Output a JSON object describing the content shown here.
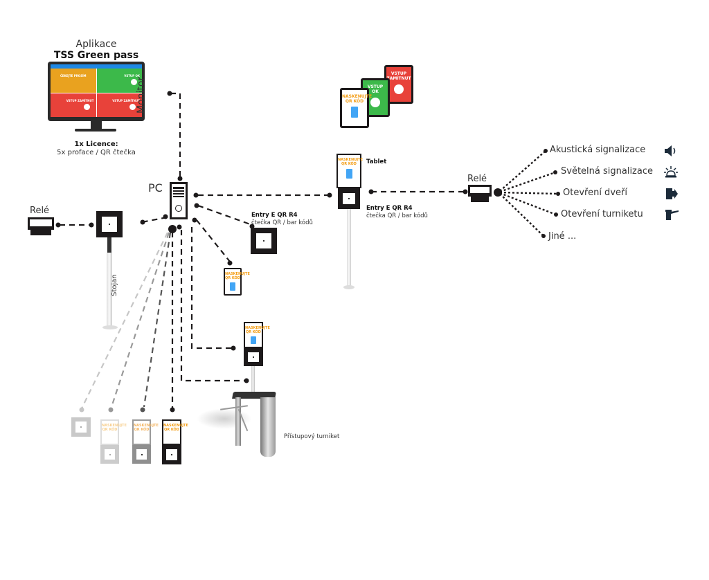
{
  "app": {
    "title_line1": "Aplikace",
    "title_line2": "TSS Green pass",
    "licence_line1": "1x Licence:",
    "licence_line2": "5x proface / QR čtečka",
    "monitor_label": "Monitor",
    "screen_panels": [
      {
        "status": "ČEKEJTE PROSÍM",
        "color": "#e9a21f"
      },
      {
        "status": "VSTUP OK",
        "color": "#3cb94a"
      },
      {
        "status": "VSTUP ZAMÍTNUT",
        "color": "#e8423a"
      },
      {
        "status": "VSTUP ZAMÍTNUT",
        "color": "#e8423a"
      }
    ]
  },
  "pc": {
    "label": "PC"
  },
  "left_branch": {
    "rele_label": "Relé",
    "stand_label": "Stojan"
  },
  "entry_reader": {
    "name": "Entry E QR R4",
    "desc": "čtečka QR / bar kódů"
  },
  "tablet_station": {
    "tablet_label": "Tablet",
    "name": "Entry E QR R4",
    "desc": "čtečka QR / bar kódů",
    "screen_text_1": "NASKENUJTE",
    "screen_text_2": "QR KÓD"
  },
  "status_tablets": [
    {
      "line1": "NASKENUJTE",
      "line2": "QR KÓD",
      "color": "#ffffff",
      "text_color": "#f39c12"
    },
    {
      "line1": "VSTUP",
      "line2": "OK",
      "color": "#3cb94a",
      "text_color": "#ffffff"
    },
    {
      "line1": "VSTUP",
      "line2": "ZAMÍTNUT",
      "color": "#e8423a",
      "text_color": "#ffffff"
    }
  ],
  "right_rele": {
    "label": "Relé",
    "outputs": [
      {
        "label": "Akustická signalizace",
        "icon": "speaker-icon"
      },
      {
        "label": "Světelná signalizace",
        "icon": "beacon-light-icon"
      },
      {
        "label": "Otevření dveří",
        "icon": "door-exit-icon"
      },
      {
        "label": "Otevření turniketu",
        "icon": "turnstile-barrier-icon"
      },
      {
        "label": "Jiné ...",
        "icon": ""
      }
    ]
  },
  "turnstile": {
    "label": "Přístupový turniket",
    "screen_text_1": "NASKENUJTE",
    "screen_text_2": "QR KÓD"
  },
  "faded_devices": {
    "screen_text_1": "NASKENUJTE",
    "screen_text_2": "QR KÓD"
  },
  "colors": {
    "device_dark": "#1d1a1b",
    "accent_orange": "#f39c12",
    "ok_green": "#3cb94a",
    "deny_red": "#e8423a",
    "app_blue": "#1e88e5",
    "icon_navy": "#1c2b3a"
  }
}
